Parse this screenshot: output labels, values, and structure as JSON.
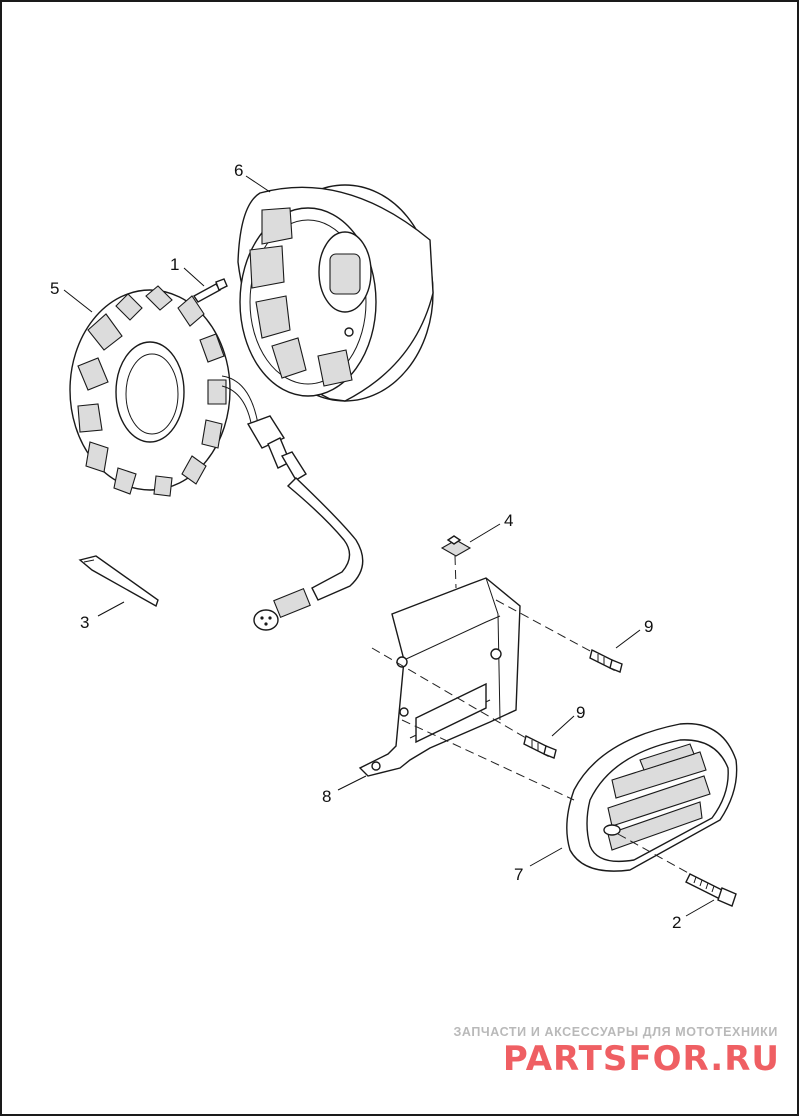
{
  "diagram": {
    "callouts": [
      {
        "id": "c1",
        "label": "1"
      },
      {
        "id": "c2",
        "label": "2"
      },
      {
        "id": "c3",
        "label": "3"
      },
      {
        "id": "c4",
        "label": "4"
      },
      {
        "id": "c5",
        "label": "5"
      },
      {
        "id": "c6",
        "label": "6"
      },
      {
        "id": "c7",
        "label": "7"
      },
      {
        "id": "c8",
        "label": "8"
      },
      {
        "id": "c9a",
        "label": "9"
      },
      {
        "id": "c9b",
        "label": "9"
      }
    ]
  },
  "watermark": {
    "tagline": "ЗАПЧАСТИ И АКСЕССУАРЫ ДЛЯ МОТОТЕХНИКИ",
    "logo": "PARTSFOR.RU",
    "color": "#ef5f63"
  },
  "border_color": "#1a1a1a"
}
